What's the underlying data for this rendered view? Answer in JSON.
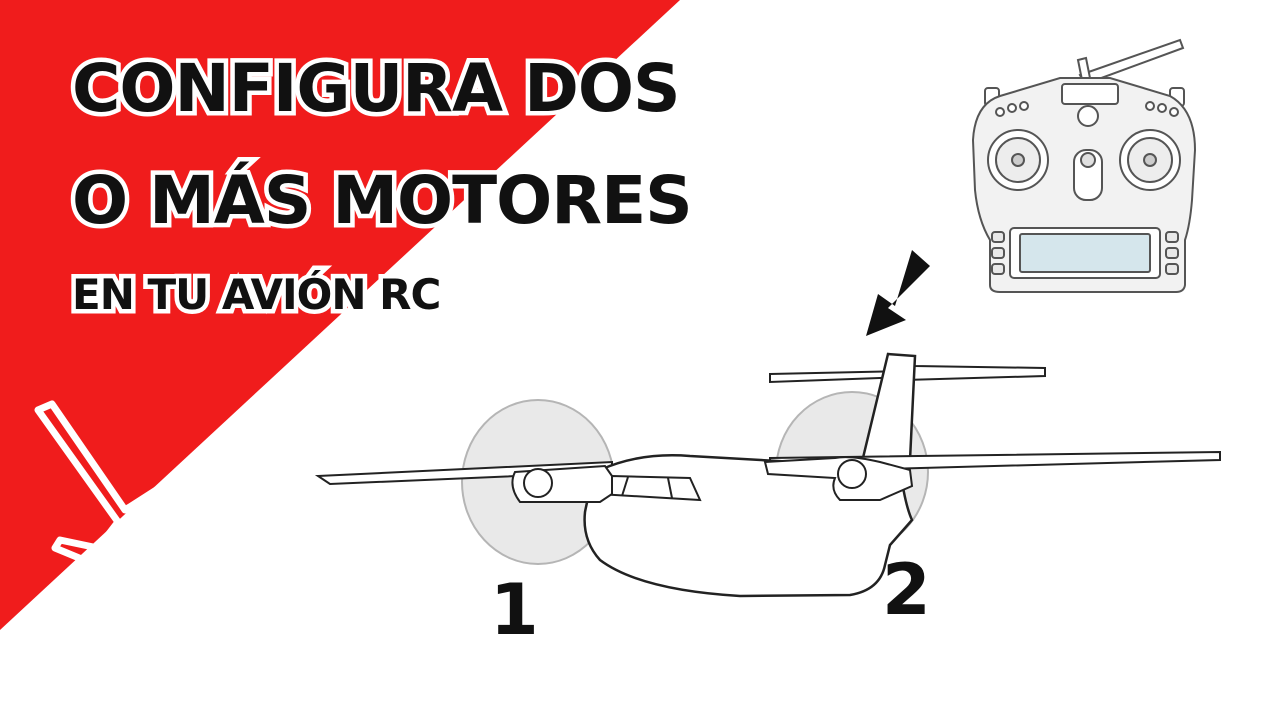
{
  "title": {
    "line1": "CONFIGURA DOS",
    "line2": "O MÁS MOTORES",
    "line3": "EN TU AVIÓN RC"
  },
  "engines": {
    "left_label": "1",
    "right_label": "2"
  },
  "icons": [
    "glider-logo-icon",
    "arrow-down-left-icon",
    "rc-transmitter-icon",
    "twin-engine-airplane-icon"
  ],
  "colors": {
    "accent_red": "#f01c1c",
    "text": "#111111",
    "propeller_disc": "#e6e6e6",
    "screen": "#d5e6ec"
  }
}
